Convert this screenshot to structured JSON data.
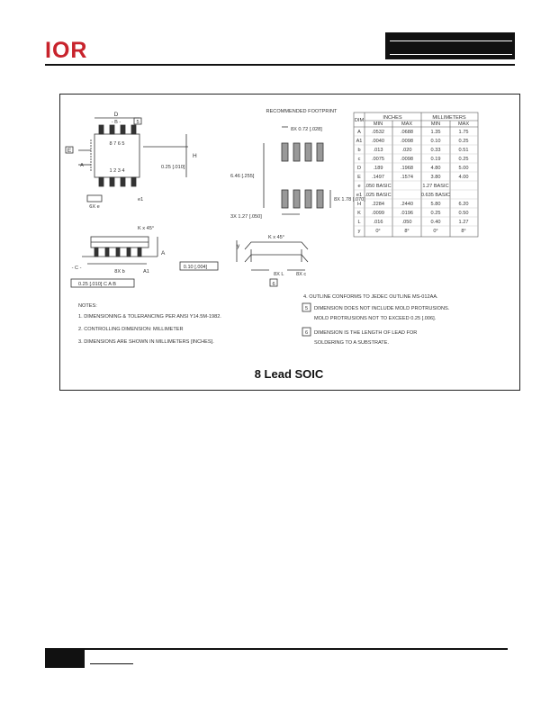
{
  "header": {
    "logo_text": "IOR",
    "logo_color": "#c8232c"
  },
  "drawing": {
    "title": "8 Lead SOIC",
    "footprint_label": "RECOMMENDED FOOTPRINT",
    "footprint_dims": {
      "pad_width": "8X 0.72 [.028]",
      "pitch": "6.46 [.255]",
      "pad_length": "8X 1.78 [.070]",
      "row_spacing": "3X 1.27 [.050]"
    },
    "top_view_labels": {
      "d": "D",
      "datum_b": "- B -",
      "note_ref_5": "5",
      "e": "E",
      "datum_a": "A",
      "h": "H",
      "pins_top": "8  7  6  5",
      "pins_bottom": "1  2  3  4",
      "tolerance": "0.25 [.010]",
      "e_pitch": "6X e",
      "e1": "e1"
    },
    "side_view_labels": {
      "k": "K x 45°",
      "datum_c": "- C -",
      "lead_count": "8X b",
      "a1": "A1",
      "a": "A",
      "y": "y",
      "coplanarity": "0.10 [.004]",
      "l": "8X L",
      "c": "8X c",
      "fcf": "0.25 [.010]  C A B"
    },
    "table": {
      "header_dim": "DIM",
      "header_inches": "INCHES",
      "header_mm": "MILLIMETERS",
      "subheaders": [
        "MIN",
        "MAX",
        "MIN",
        "MAX"
      ],
      "rows": [
        [
          "A",
          ".0532",
          ".0688",
          "1.35",
          "1.75"
        ],
        [
          "A1",
          ".0040",
          ".0098",
          "0.10",
          "0.25"
        ],
        [
          "b",
          ".013",
          ".020",
          "0.33",
          "0.51"
        ],
        [
          "c",
          ".0075",
          ".0098",
          "0.19",
          "0.25"
        ],
        [
          "D",
          ".189",
          ".1968",
          "4.80",
          "5.00"
        ],
        [
          "E",
          ".1497",
          ".1574",
          "3.80",
          "4.00"
        ],
        [
          "e",
          ".050 BASIC",
          "",
          "1.27 BASIC",
          ""
        ],
        [
          "e1",
          ".025 BASIC",
          "",
          "0.635 BASIC",
          ""
        ],
        [
          "H",
          ".2284",
          ".2440",
          "5.80",
          "6.20"
        ],
        [
          "K",
          ".0099",
          ".0196",
          "0.25",
          "0.50"
        ],
        [
          "L",
          ".016",
          ".050",
          "0.40",
          "1.27"
        ],
        [
          "y",
          "0°",
          "8°",
          "0°",
          "8°"
        ]
      ]
    },
    "notes": {
      "heading": "NOTES:",
      "items": [
        "1.  DIMENSIONING & TOLERANCING PER ANSI Y14.5M-1982.",
        "2.  CONTROLLING DIMENSION: MILLIMETER",
        "3.  DIMENSIONS ARE SHOWN IN MILLIMETERS [INCHES]."
      ],
      "right_items": [
        "4.  OUTLINE CONFORMS TO JEDEC OUTLINE MS-012AA.",
        "DIMENSION DOES NOT INCLUDE MOLD PROTRUSIONS.",
        "MOLD PROTRUSIONS NOT TO EXCEED 0.25 [.006].",
        "DIMENSION IS THE LENGTH OF LEAD FOR",
        "SOLDERING TO A SUBSTRATE."
      ],
      "ref_5": "5",
      "ref_6": "6"
    }
  }
}
